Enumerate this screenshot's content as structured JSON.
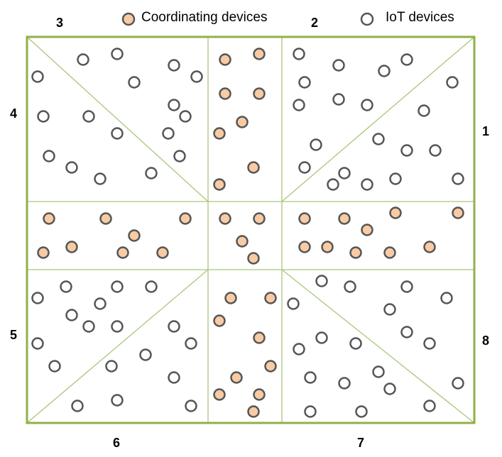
{
  "legend": {
    "coordinating": "Coordinating devices",
    "iot": "IoT devices"
  },
  "region_numbers": {
    "r1": "1",
    "r2": "2",
    "r3": "3",
    "r4": "4",
    "r5": "5",
    "r6": "6",
    "r7": "7",
    "r8": "8"
  },
  "colors": {
    "frame": "#8fb04a",
    "inner_line": "#a9c67a",
    "node_stroke": "#555555",
    "coordinating_fill": "#f8cba4",
    "iot_fill": "#ffffff"
  }
}
